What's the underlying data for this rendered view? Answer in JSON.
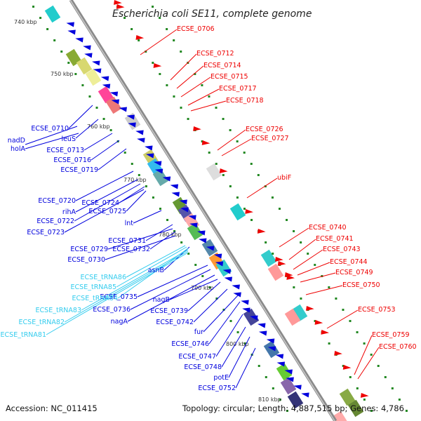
{
  "title": "Escherichia coli SE11, complete genome",
  "footer": {
    "accession": "Accession: NC_011415",
    "topology": "Topology: circular; Length: 4,887,515 bp; Genes: 4,786"
  },
  "ticks": [
    "740 kbp",
    "750 kbp",
    "760 kbp",
    "770 kbp",
    "780 kbp",
    "790 kbp",
    "800 kbp",
    "810 kbp"
  ],
  "colors": {
    "forward": "#ee0000",
    "reverse": "#0000dd",
    "trna": "#33ccee",
    "backbone": "#888888"
  },
  "forward_labels": [
    "ECSE_0706",
    "ECSE_0712",
    "ECSE_0714",
    "ECSE_0715",
    "ECSE_0717",
    "ECSE_0718",
    "ECSE_0726",
    "ECSE_0727",
    "ubiF",
    "ECSE_0740",
    "ECSE_0741",
    "ECSE_0743",
    "ECSE_0744",
    "ECSE_0749",
    "ECSE_0750",
    "ECSE_0753",
    "ECSE_0759",
    "ECSE_0760"
  ],
  "reverse_labels": [
    "nadD",
    "holA",
    "ECSE_0710",
    "leuS",
    "ECSE_0713",
    "ECSE_0716",
    "ECSE_0719",
    "ECSE_0720",
    "rihA",
    "ECSE_0722",
    "ECSE_0723",
    "ECSE_0724",
    "ECSE_0725",
    "lnt",
    "ECSE_0731",
    "ECSE_0729",
    "ECSE_0732",
    "ECSE_0730",
    "asnB",
    "ECSE_0735",
    "ECSE_0736",
    "nagA",
    "nagB",
    "ECSE_0739",
    "ECSE_0742",
    "fur",
    "ECSE_0746",
    "ECSE_0747",
    "ECSE_0748",
    "potE",
    "ECSE_0752"
  ],
  "trna_labels": [
    "ECSE_tRNA86",
    "ECSE_tRNA85",
    "ECSE_tRNA84",
    "ECSE_tRNA83",
    "ECSE_tRNA82",
    "ECSE_tRNA81"
  ]
}
